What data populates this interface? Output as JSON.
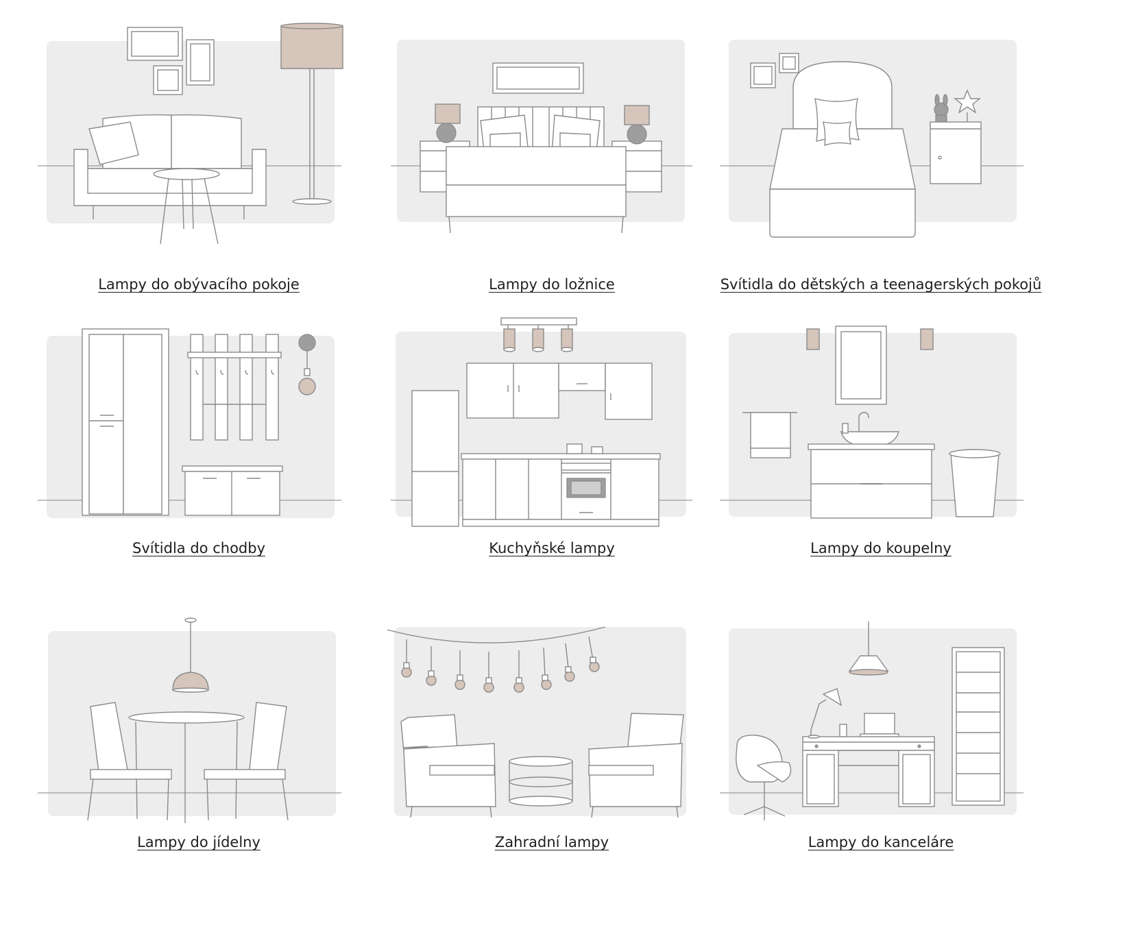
{
  "categories": [
    {
      "label": "Lampy do obývacího pokoje"
    },
    {
      "label": "Lampy do ložnice"
    },
    {
      "label": "Svítidla do dětských a teenagerských pokojů"
    },
    {
      "label": "Svítidla do chodby"
    },
    {
      "label": "Kuchyňské lampy"
    },
    {
      "label": "Lampy do koupelny"
    },
    {
      "label": "Lampy do jídelny"
    },
    {
      "label": "Zahradní lampy"
    },
    {
      "label": "Lampy do kanceláre"
    }
  ],
  "colors": {
    "panel": "#ededed",
    "line": "#8a8a8a",
    "shade": "#d6c5bb",
    "text": "#1e1e1e"
  }
}
